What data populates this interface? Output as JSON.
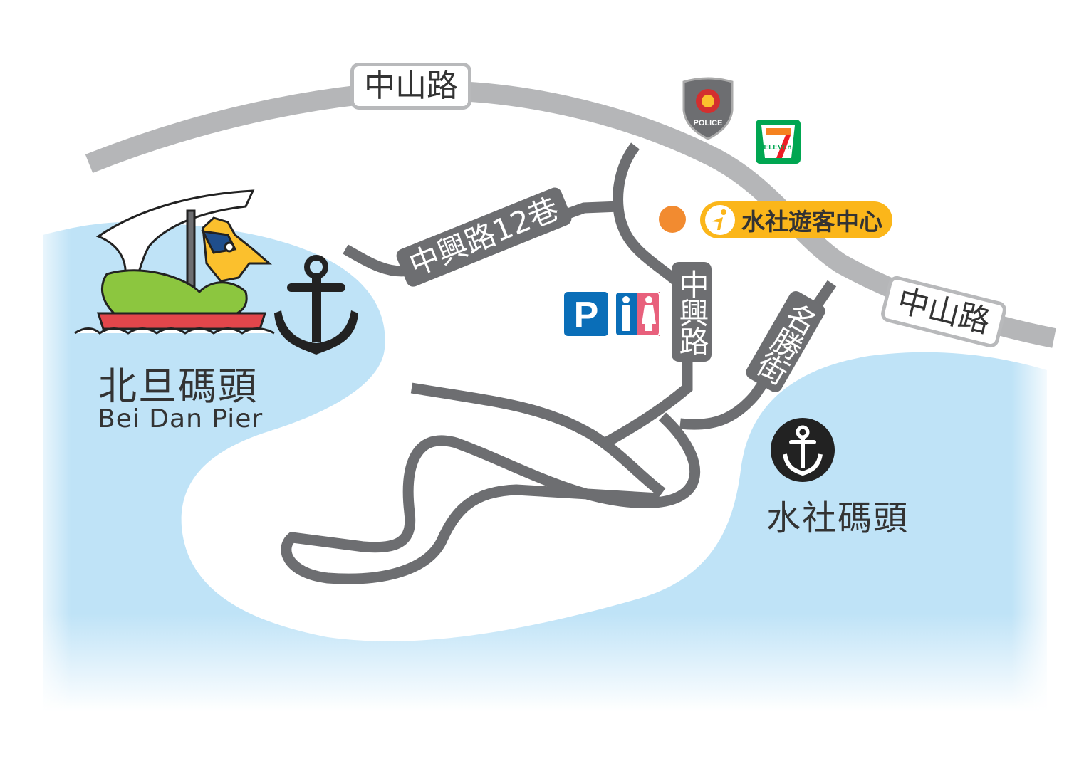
{
  "roads": {
    "zhongshan_1": "中山路",
    "zhongshan_2": "中山路",
    "zhongxing_lane12": "中興路12巷",
    "zhongxing": "中興路",
    "mingsheng": "名勝街"
  },
  "piers": {
    "beidan_zh": "北旦碼頭",
    "beidan_en": "Bei Dan Pier",
    "shuishe_zh": "水社碼頭"
  },
  "poi": {
    "visitor_center": "水社遊客中心",
    "police_text": "POLICE",
    "seven_eleven_text": "ELEVEn",
    "parking_text": "P"
  },
  "colors": {
    "water": "#bfe3f7",
    "main_road": "#b5b6b8",
    "minor_road": "#6d6e71",
    "info": "#fbb61a",
    "dot": "#f28b30",
    "parking": "#0a6eb8"
  }
}
